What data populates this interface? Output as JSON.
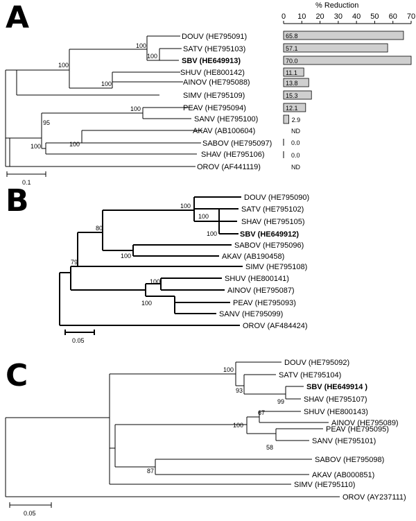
{
  "panels": [
    {
      "letter": "A"
    },
    {
      "letter": "B"
    },
    {
      "letter": "C"
    }
  ],
  "chart_data": [
    {
      "type": "bar",
      "panel": "A",
      "xlabel": "% Reduction",
      "xlim": [
        0,
        70
      ],
      "xticks": [
        "0",
        "10",
        "20",
        "30",
        "40",
        "50",
        "60",
        "70"
      ],
      "scale_bar_label": "0.1",
      "categories": [
        "DOUV (HE795091)",
        "SATV (HE795103)",
        "SBV (HE649913)",
        "SHUV (HE800142)",
        "AINOV (HE795088)",
        "SIMV (HE795109)",
        "PEAV (HE795094)",
        "SANV (HE795100)",
        "AKAV (AB100604)",
        "SABOV (HE795097)",
        "SHAV (HE795106)",
        "OROV (AF441119)"
      ],
      "values": [
        65.8,
        57.1,
        70.0,
        11.1,
        13.8,
        15.3,
        12.1,
        2.9,
        null,
        0.0,
        0.0,
        null
      ],
      "value_labels": [
        "65.8",
        "57.1",
        "70.0",
        "11.1",
        "13.8",
        "15.3",
        "12.1",
        "2.9",
        "ND",
        "0.0",
        "0.0",
        "ND"
      ],
      "bootstrap_labels": [
        "100",
        "100",
        "100",
        "100",
        "100",
        "95",
        "100",
        "100"
      ]
    },
    {
      "type": "tree",
      "panel": "B",
      "scale_bar_label": "0.05",
      "taxa": [
        "DOUV (HE795090)",
        "SATV (HE795102)",
        "SHAV (HE795105)",
        "SBV (HE649912)",
        "SABOV (HE795096)",
        "AKAV (AB190458)",
        "SIMV (HE795108)",
        "SHUV (HE800141)",
        "AINOV (HE795087)",
        "PEAV (HE795093)",
        "SANV (HE795099)",
        "OROV (AF484424)"
      ],
      "bootstrap_labels": [
        "100",
        "100",
        "100",
        "80",
        "100",
        "79",
        "100",
        "100"
      ]
    },
    {
      "type": "tree",
      "panel": "C",
      "scale_bar_label": "0.05",
      "taxa": [
        "DOUV (HE795092)",
        "SATV (HE795104)",
        "SBV (HE649914 )",
        "SHAV (HE795107)",
        "SHUV (HE800143)",
        "AINOV (HE795089)",
        "PEAV (HE795095)",
        "SANV (HE795101)",
        "SABOV (HE795098)",
        "AKAV (AB000851)",
        "SIMV (HE795110)",
        "OROV (AY237111)"
      ],
      "bootstrap_labels": [
        "100",
        "93",
        "99",
        "67",
        "100",
        "58",
        "87"
      ]
    }
  ]
}
